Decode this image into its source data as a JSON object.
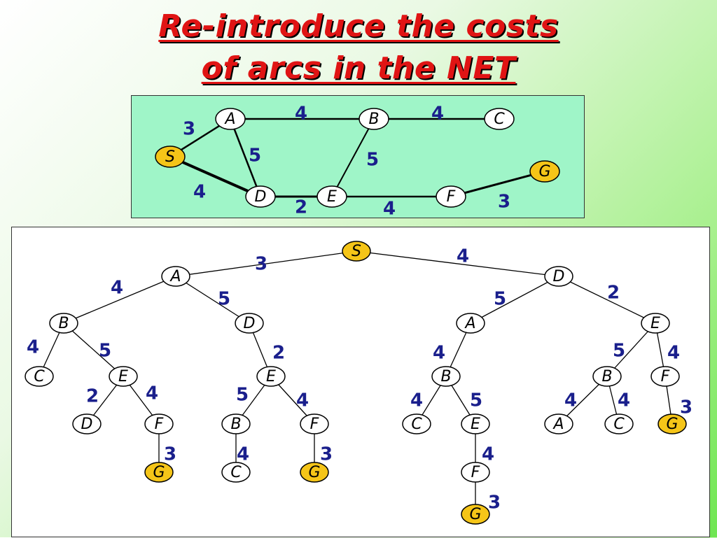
{
  "title": {
    "line1": "Re-introduce the costs",
    "line2": "of arcs in the NET"
  },
  "colors": {
    "title": "#e01414",
    "net_panel_bg": "#9ff5c8",
    "node_fill": "#ffffff",
    "special_node_fill": "#f5c518",
    "cost_text": "#1a1f8c"
  },
  "net": {
    "nodes": [
      {
        "id": "S",
        "label": "S",
        "special": true
      },
      {
        "id": "A",
        "label": "A"
      },
      {
        "id": "B",
        "label": "B"
      },
      {
        "id": "C",
        "label": "C"
      },
      {
        "id": "D",
        "label": "D"
      },
      {
        "id": "E",
        "label": "E"
      },
      {
        "id": "F",
        "label": "F"
      },
      {
        "id": "G",
        "label": "G",
        "special": true
      }
    ],
    "edges": [
      {
        "from": "S",
        "to": "A",
        "cost": "3"
      },
      {
        "from": "A",
        "to": "B",
        "cost": "4"
      },
      {
        "from": "B",
        "to": "C",
        "cost": "4"
      },
      {
        "from": "A",
        "to": "D",
        "cost": "5"
      },
      {
        "from": "B",
        "to": "E",
        "cost": "5"
      },
      {
        "from": "S",
        "to": "D",
        "cost": "4"
      },
      {
        "from": "D",
        "to": "E",
        "cost": "2"
      },
      {
        "from": "E",
        "to": "F",
        "cost": "4"
      },
      {
        "from": "F",
        "to": "G",
        "cost": "3"
      }
    ]
  },
  "tree": {
    "nodes": [
      {
        "id": "n1",
        "label": "S",
        "special": true
      },
      {
        "id": "n2",
        "label": "A"
      },
      {
        "id": "n3",
        "label": "D"
      },
      {
        "id": "n4",
        "label": "B"
      },
      {
        "id": "n5",
        "label": "D"
      },
      {
        "id": "n6",
        "label": "A"
      },
      {
        "id": "n7",
        "label": "E"
      },
      {
        "id": "n8",
        "label": "C"
      },
      {
        "id": "n9",
        "label": "E"
      },
      {
        "id": "n10",
        "label": "E"
      },
      {
        "id": "n11",
        "label": "B"
      },
      {
        "id": "n12",
        "label": "B"
      },
      {
        "id": "n13",
        "label": "F"
      },
      {
        "id": "n14",
        "label": "D"
      },
      {
        "id": "n15",
        "label": "F"
      },
      {
        "id": "n16",
        "label": "B"
      },
      {
        "id": "n17",
        "label": "F"
      },
      {
        "id": "n18",
        "label": "C"
      },
      {
        "id": "n19",
        "label": "E"
      },
      {
        "id": "n20",
        "label": "A"
      },
      {
        "id": "n21",
        "label": "C"
      },
      {
        "id": "n22",
        "label": "G",
        "special": true
      },
      {
        "id": "n23",
        "label": "G",
        "special": true
      },
      {
        "id": "n24",
        "label": "C"
      },
      {
        "id": "n25",
        "label": "G",
        "special": true
      },
      {
        "id": "n26",
        "label": "F"
      },
      {
        "id": "n27",
        "label": "G",
        "special": true
      }
    ],
    "edges": [
      {
        "from": "n1",
        "to": "n2",
        "cost": "3"
      },
      {
        "from": "n1",
        "to": "n3",
        "cost": "4"
      },
      {
        "from": "n2",
        "to": "n4",
        "cost": "4"
      },
      {
        "from": "n2",
        "to": "n5",
        "cost": "5"
      },
      {
        "from": "n3",
        "to": "n6",
        "cost": "5"
      },
      {
        "from": "n3",
        "to": "n7",
        "cost": "2"
      },
      {
        "from": "n4",
        "to": "n8",
        "cost": "4"
      },
      {
        "from": "n4",
        "to": "n9",
        "cost": "5"
      },
      {
        "from": "n5",
        "to": "n10",
        "cost": "2"
      },
      {
        "from": "n6",
        "to": "n11",
        "cost": "4"
      },
      {
        "from": "n7",
        "to": "n12",
        "cost": "5"
      },
      {
        "from": "n7",
        "to": "n13",
        "cost": "4"
      },
      {
        "from": "n9",
        "to": "n14",
        "cost": "2"
      },
      {
        "from": "n9",
        "to": "n15",
        "cost": "4"
      },
      {
        "from": "n10",
        "to": "n16",
        "cost": "5"
      },
      {
        "from": "n10",
        "to": "n17",
        "cost": "4"
      },
      {
        "from": "n11",
        "to": "n18",
        "cost": "4"
      },
      {
        "from": "n11",
        "to": "n19",
        "cost": "5"
      },
      {
        "from": "n12",
        "to": "n20",
        "cost": "4"
      },
      {
        "from": "n12",
        "to": "n21",
        "cost": "4"
      },
      {
        "from": "n13",
        "to": "n22",
        "cost": "3"
      },
      {
        "from": "n15",
        "to": "n23",
        "cost": "3"
      },
      {
        "from": "n16",
        "to": "n24",
        "cost": "4"
      },
      {
        "from": "n17",
        "to": "n25",
        "cost": "3"
      },
      {
        "from": "n19",
        "to": "n26",
        "cost": "4"
      },
      {
        "from": "n26",
        "to": "n27",
        "cost": "3"
      }
    ]
  }
}
